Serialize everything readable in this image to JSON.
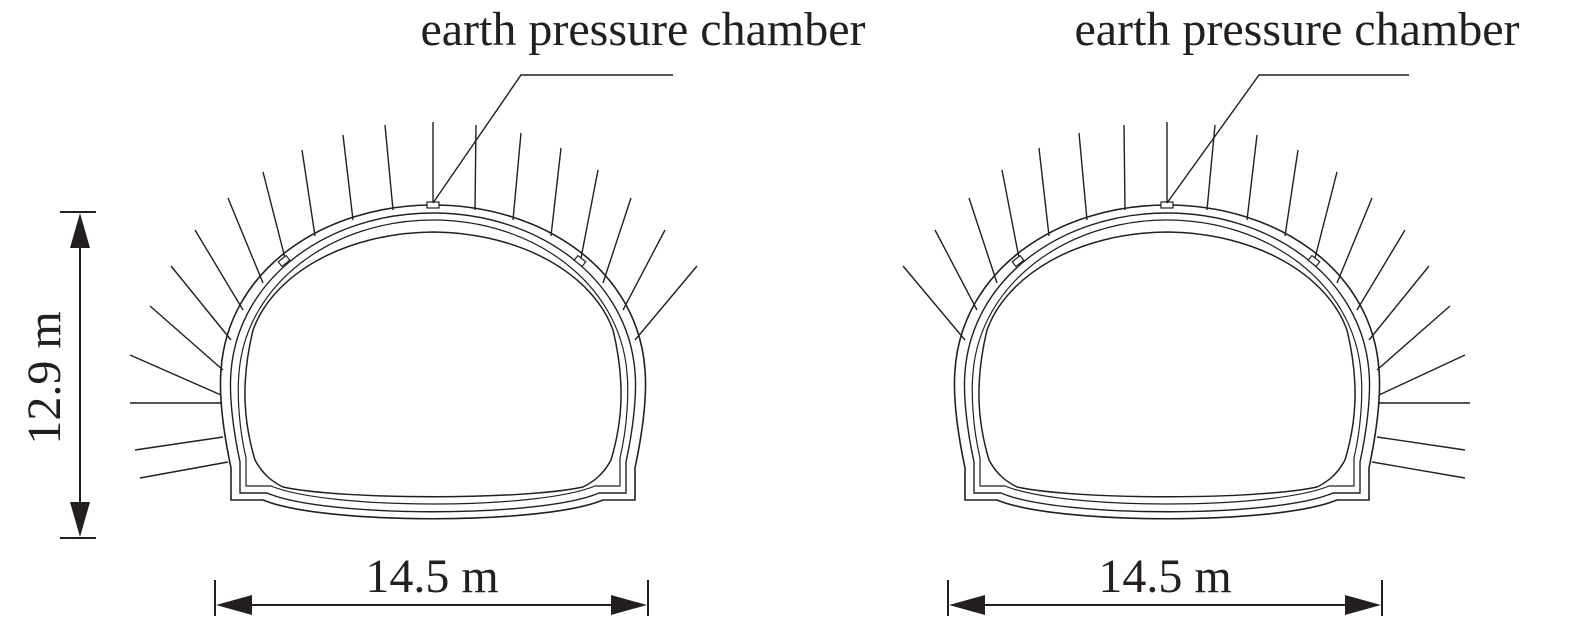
{
  "colors": {
    "ink": "#231f20",
    "background": "#ffffff"
  },
  "left_section": {
    "chamber_label": "earth pressure chamber",
    "width_label": "14.5 m",
    "height_label": "12.9 m"
  },
  "right_section": {
    "chamber_label": "earth pressure chamber",
    "width_label": "14.5 m"
  }
}
